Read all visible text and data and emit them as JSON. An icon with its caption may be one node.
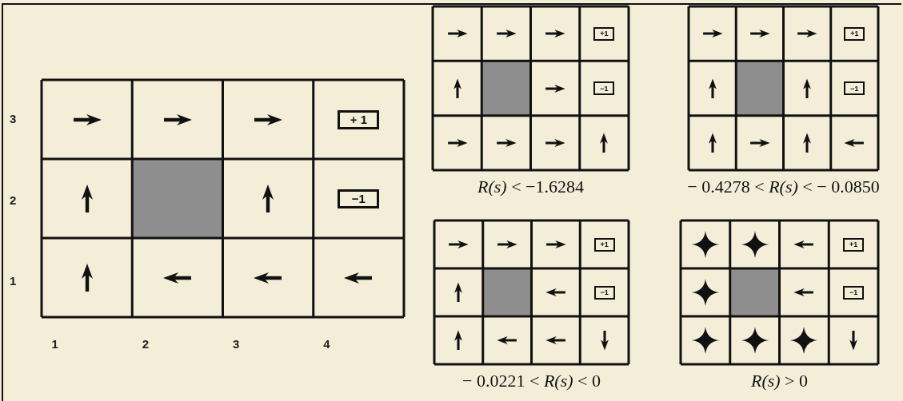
{
  "diagram": {
    "labels": [
      "3",
      "+ 1",
      "2",
      "−1",
      "1",
      "1",
      "2",
      "3",
      "4",
      "+1",
      "−1",
      "*R(s)* < −1.6284",
      "+1",
      "−1",
      "− 0.4278 < *R(s)* < − 0.0850",
      "+1",
      "−1",
      "− 0.0221 < *R(s)* < 0",
      "+1",
      "−1",
      "*R(s)* > 0"
    ]
  }
}
